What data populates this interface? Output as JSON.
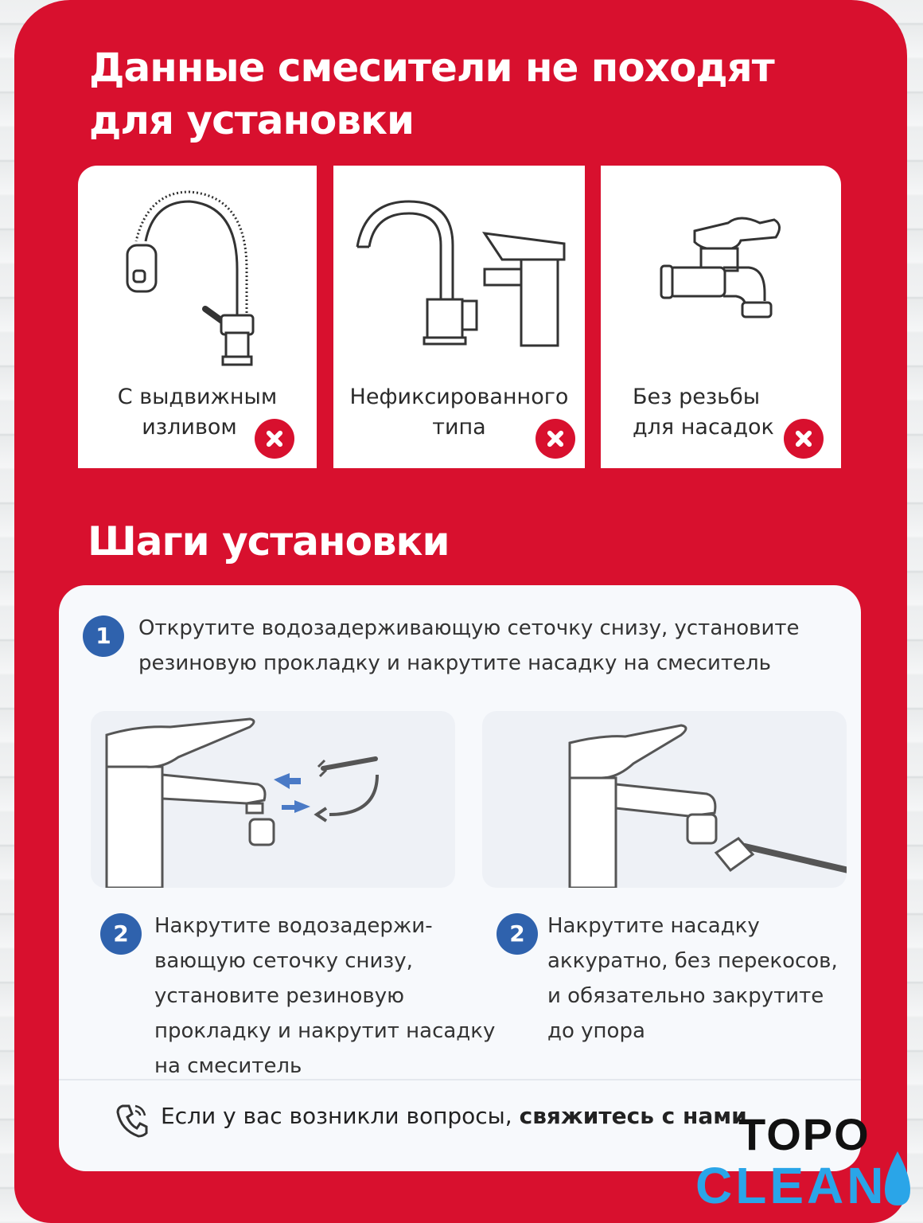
{
  "unsuitable": {
    "title": "Данные смесители не походят для установки",
    "items": [
      {
        "line1": "С выдвижным",
        "line2": "изливом",
        "icon": "pull-out-faucet"
      },
      {
        "line1": "Нефиксированного",
        "line2": "типа",
        "icon": "swivel-faucet"
      },
      {
        "line1": "Без резьбы",
        "line2": "для насадок",
        "icon": "tap-no-thread"
      }
    ]
  },
  "install": {
    "title": "Шаги установки",
    "step1": {
      "number": "1",
      "line1": "Открутите водозадерживающую сеточку снизу, установите",
      "line2": "резиновую прокладку и накрутите насадку на смеситель"
    },
    "step2a": {
      "number": "2",
      "lines": [
        "Накрутите водозадержи-",
        "вающую сеточку снизу,",
        "установите резиновую",
        "прокладку и накрутит насадку",
        "на смеситель"
      ]
    },
    "step2b": {
      "number": "2",
      "lines": [
        "Накрутите насадку",
        "аккуратно, без перекосов,",
        "и обязательно закрутите",
        "до упора"
      ]
    }
  },
  "contact": {
    "lead": "Если у вас возникли вопросы,",
    "emphasis": "свяжитесь с нами",
    "icon": "phone-icon"
  },
  "brand": {
    "top": "TOPO",
    "bottom": "CLEAN"
  },
  "colors": {
    "accent": "#d8102e",
    "step_badge": "#2f62ad",
    "logo_blue": "#2aa5e8"
  }
}
